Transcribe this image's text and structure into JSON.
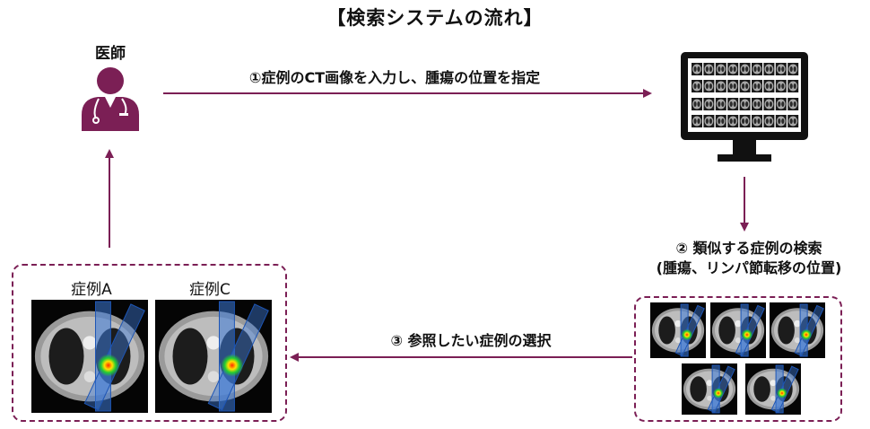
{
  "title": "【検索システムの流れ】",
  "doctor_label": "医師",
  "step1": "①症例のCT画像を入力し、腫瘍の位置を指定",
  "step2_line1": "② 類似する症例の検索",
  "step2_line2": "(腫瘍、リンパ節転移の位置)",
  "step3": "③ 参照したい症例の選択",
  "caseA": "症例A",
  "caseC": "症例C",
  "colors": {
    "accent": "#7b1f55",
    "monitor": "#111111"
  },
  "icons": [
    "doctor-icon",
    "monitor-icon"
  ]
}
